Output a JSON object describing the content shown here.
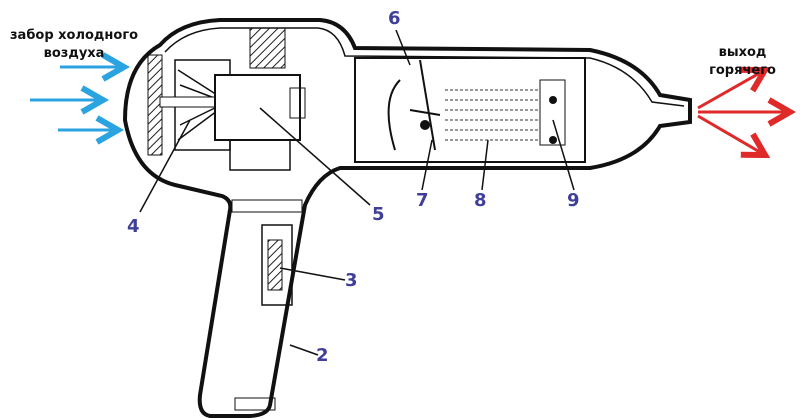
{
  "captions": {
    "intake": [
      "забор холодного",
      "воздуха"
    ],
    "outlet": "выход горячего"
  },
  "labels": [
    "2",
    "3",
    "4",
    "5",
    "6",
    "7",
    "8",
    "9"
  ],
  "colors": {
    "intake_arrows": "#2aa3e0",
    "outlet_arrows": "#e02a2a",
    "labels": "#3f3f9a",
    "outline": "#111111"
  }
}
